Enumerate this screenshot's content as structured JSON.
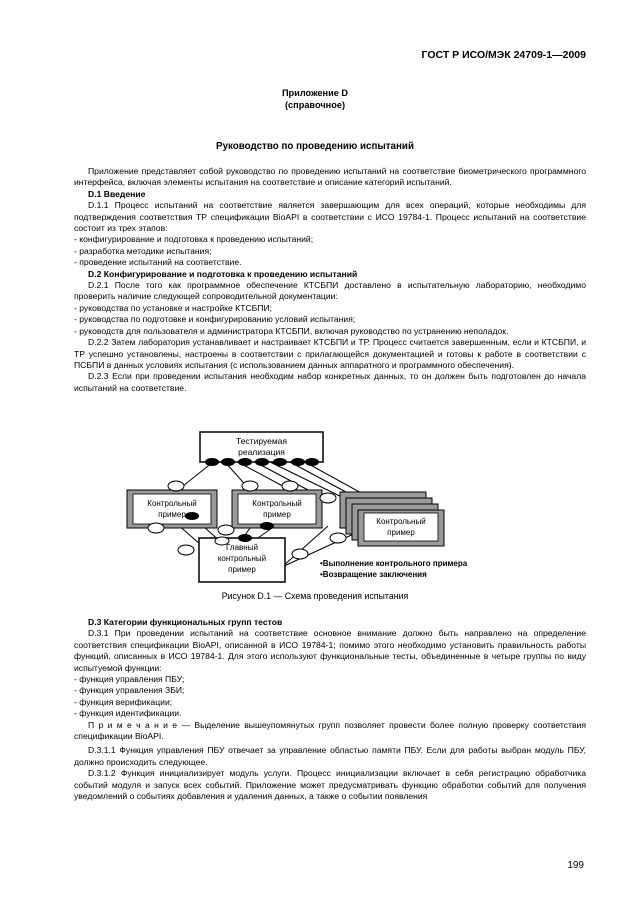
{
  "header": {
    "standard": "ГОСТ Р ИСО/МЭК 24709-1—2009"
  },
  "annex": {
    "title": "Приложение D",
    "type": "(справочное)"
  },
  "doc_title": "Руководство по проведению испытаний",
  "intro": "Приложение представляет собой руководство по проведению испытаний на соответствие биометрического программного интерфейса, включая элементы испытания на соответствие и описание категорий испытаний.",
  "d1": {
    "heading": "D.1 Введение",
    "p1": "D.1.1 Процесс испытаний на соответствие является завершающим для всех операций, которые необходимы для подтверждения соответствия ТР спецификации BioAPI в соответствии с ИСО 19784-1. Процесс испытаний на соответствие состоит из трех этапов:",
    "items": [
      "- конфигурирование и подготовка к проведению испытаний;",
      "- разработка методики испытания;",
      "- проведение испытаний на соответствие."
    ]
  },
  "d2": {
    "heading": "D.2 Конфигурирование и подготовка к проведению испытаний",
    "p1": "D.2.1 После того как программное обеспечение КТСБПИ доставлено в испытательную лабораторию, необходимо проверить наличие следующей сопроводительной документации:",
    "items": [
      "- руководства по установке и настройке КТСБПИ;",
      "- руководства по подготовке и конфигурированию условий испытания;",
      "- руководств для пользователя и администратора КТСБПИ, включая руководство по устранению неполадок."
    ],
    "p2": "D.2.2 Затем лаборатория устанавливает и настраивает КТСБПИ и ТР. Процесс считается завершенным, если и КТСБПИ, и ТР успешно установлены, настроены в соответствии с прилагающейся документацией и готовы к работе в соответствии с ПСБПИ в данных условиях испытания (с использованием данных аппаратного и программного обеспечения).",
    "p3": "D.2.3 Если при проведении испытания необходим набор конкретных данных, то он должен быть подготовлен до начала испытаний на соответствие."
  },
  "figure": {
    "top_box": [
      "Тестируемая",
      "реализация"
    ],
    "box_left": [
      "Контрольный",
      "пример"
    ],
    "box_mid": [
      "Контрольный",
      "пример"
    ],
    "box_stack": [
      "Контрольный",
      "пример"
    ],
    "main_box": [
      "Главный",
      "контрольный",
      "пример"
    ],
    "legend": [
      "•Выполнение контрольного примера",
      "•Возвращение заключения"
    ],
    "caption": "Рисунок D.1 — Схема проведения испытания"
  },
  "d3": {
    "heading": "D.3 Категории функциональных групп тестов",
    "p1": "D.3.1 При проведении испытаний на соответствие основное внимание должно быть направлено на определение соответствия спецификации BioAPI, описанной в ИСО 19784-1; помимо этого необходимо установить правильность работы функций, описанных в ИСО 19784-1. Для этого используют функциональные тесты, объединенные в четыре группы по виду испытуемой функции:",
    "items": [
      "- функция управления ПБУ;",
      "- функция управления ЗБИ;",
      "- функция верификации;",
      "- функция идентификации."
    ],
    "note_label": "П р и м е ч а н и е",
    "note_text": " — Выделение вышеупомянутых групп позволяет провести более полную проверку соответствия спецификации BioAPI.",
    "p2": "D.3.1.1 Функция управления ПБУ отвечает за управление областью памяти ПБУ. Если для работы выбран модуль ПБУ, должно происходить следующее.",
    "p3": "D.3.1.2 Функция инициализирует модуль услуги. Процесс инициализации включает в себя регистрацию обработчика событий модуля и запуск всех событий. Приложение может предусматривать функцию обработки событий для получения уведомлений о событиях добавления и удаления данных, а также о событии появления"
  },
  "page_number": "199"
}
